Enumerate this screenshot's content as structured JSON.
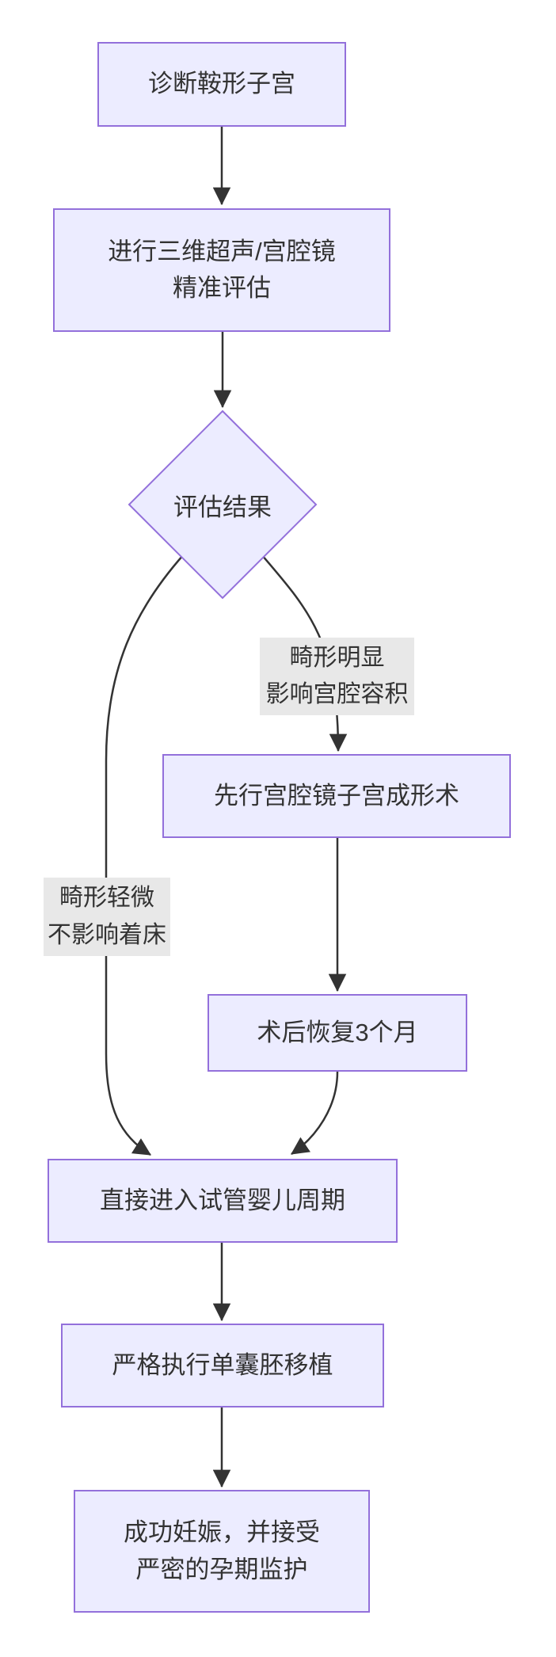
{
  "diagram": {
    "type": "flowchart",
    "direction": "top-down",
    "colors": {
      "node_fill": "#ECECFF",
      "node_border": "#9370DB",
      "edge": "#333333",
      "edge_label_bg": "#E8E8E8",
      "text": "#333333",
      "background": "#FFFFFF"
    },
    "nodes": {
      "diagnose": {
        "shape": "rect",
        "label": "诊断鞍形子宫"
      },
      "assess": {
        "shape": "rect",
        "lines": [
          "进行三维超声/宫腔镜",
          "精准评估"
        ]
      },
      "decision": {
        "shape": "diamond",
        "label": "评估结果"
      },
      "surgery": {
        "shape": "rect",
        "label": "先行宫腔镜子宫成形术"
      },
      "recovery": {
        "shape": "rect",
        "label": "术后恢复3个月"
      },
      "ivf": {
        "shape": "rect",
        "label": "直接进入试管婴儿周期"
      },
      "transfer": {
        "shape": "rect",
        "label": "严格执行单囊胚移植"
      },
      "pregnancy": {
        "shape": "rect",
        "lines": [
          "成功妊娠，并接受",
          "严密的孕期监护"
        ]
      }
    },
    "edges": [
      {
        "from": "diagnose",
        "to": "assess"
      },
      {
        "from": "assess",
        "to": "decision"
      },
      {
        "from": "decision",
        "to": "surgery",
        "label_lines": [
          "畸形明显",
          "影响宫腔容积"
        ]
      },
      {
        "from": "decision",
        "to": "ivf",
        "label_lines": [
          "畸形轻微",
          "不影响着床"
        ]
      },
      {
        "from": "surgery",
        "to": "recovery"
      },
      {
        "from": "recovery",
        "to": "ivf"
      },
      {
        "from": "ivf",
        "to": "transfer"
      },
      {
        "from": "transfer",
        "to": "pregnancy"
      }
    ]
  }
}
